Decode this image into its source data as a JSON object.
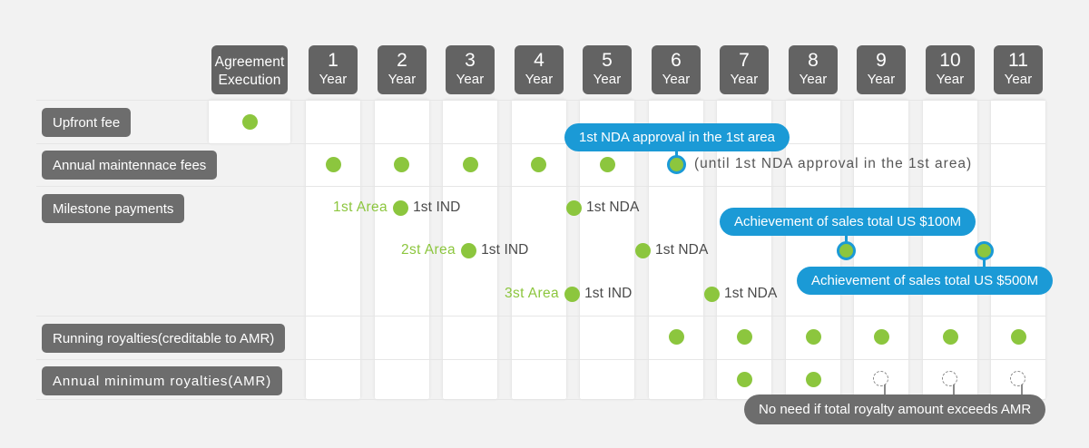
{
  "chart_data": {
    "type": "table",
    "title": "Payment timeline by contract year",
    "columns": [
      {
        "id": "exec",
        "line1": "Agreement",
        "line2": "Execution"
      },
      {
        "id": "y1",
        "num": "1",
        "unit": "Year"
      },
      {
        "id": "y2",
        "num": "2",
        "unit": "Year"
      },
      {
        "id": "y3",
        "num": "3",
        "unit": "Year"
      },
      {
        "id": "y4",
        "num": "4",
        "unit": "Year"
      },
      {
        "id": "y5",
        "num": "5",
        "unit": "Year"
      },
      {
        "id": "y6",
        "num": "6",
        "unit": "Year"
      },
      {
        "id": "y7",
        "num": "7",
        "unit": "Year"
      },
      {
        "id": "y8",
        "num": "8",
        "unit": "Year"
      },
      {
        "id": "y9",
        "num": "9",
        "unit": "Year"
      },
      {
        "id": "y10",
        "num": "10",
        "unit": "Year"
      },
      {
        "id": "y11",
        "num": "11",
        "unit": "Year"
      }
    ],
    "rows": [
      {
        "id": "upfront",
        "label": "Upfront fee",
        "marks": {
          "exec": "solid"
        }
      },
      {
        "id": "maintenance",
        "label": "Annual maintennace fees",
        "marks": {
          "y1": "solid",
          "y2": "solid",
          "y3": "solid",
          "y4": "solid",
          "y5": "solid",
          "y6": "ringed"
        }
      },
      {
        "id": "milestone",
        "label": "Milestone payments",
        "marks": {
          "y2": "solid",
          "y3": "solid",
          "y4": "solid",
          "y5": "solid",
          "y6": "solid",
          "y7": "ringed",
          "y9": "ringed"
        }
      },
      {
        "id": "running",
        "label": "Running royalties(creditable to AMR)",
        "marks": {
          "y6": "solid",
          "y7": "solid",
          "y8": "solid",
          "y9": "solid",
          "y10": "solid",
          "y11": "solid"
        }
      },
      {
        "id": "amr",
        "label": "Annual minimum royalties(AMR)",
        "marks": {
          "y7": "solid",
          "y8": "solid",
          "y9": "dashed",
          "y10": "dashed",
          "y11": "dashed"
        }
      }
    ],
    "annotations": [
      {
        "id": "nda-callout",
        "text": "1st NDA approval in the 1st area",
        "style": "blue",
        "anchor": "y6-maintenance"
      },
      {
        "id": "maintenance-note",
        "text": "(until 1st NDA approval in the 1st area)",
        "style": "plain"
      },
      {
        "id": "sales-100m",
        "text": "Achievement of sales total US $100M",
        "style": "blue",
        "anchor": "y7-milestone"
      },
      {
        "id": "sales-500m",
        "text": "Achievement of sales total US $500M",
        "style": "blue",
        "anchor": "y9-milestone"
      },
      {
        "id": "amr-note",
        "text": "No need if total royalty amount exceeds AMR",
        "style": "gray",
        "anchor": "y9-y11-amr"
      }
    ],
    "milestone_markers": [
      {
        "area": "1st Area",
        "label": "1st IND",
        "column": "y2"
      },
      {
        "area": "",
        "label": "1st NDA",
        "column": "y4"
      },
      {
        "area": "2st Area",
        "label": "1st IND",
        "column": "y3"
      },
      {
        "area": "",
        "label": "1st NDA",
        "column": "y5"
      },
      {
        "area": "3st Area",
        "label": "1st IND",
        "column": "y4"
      },
      {
        "area": "",
        "label": "1st NDA",
        "column": "y6"
      }
    ],
    "colors": {
      "background": "#f2f2f2",
      "cell": "#ffffff",
      "header_chip": "#636363",
      "row_label": "#6d6d6d",
      "dot_green": "#8cc63e",
      "accent_blue": "#1b9ad6",
      "note_gray": "#6d6d6d"
    }
  },
  "header": {
    "exec": {
      "line1": "Agreement",
      "line2": "Execution"
    },
    "years": [
      {
        "num": "1",
        "unit": "Year"
      },
      {
        "num": "2",
        "unit": "Year"
      },
      {
        "num": "3",
        "unit": "Year"
      },
      {
        "num": "4",
        "unit": "Year"
      },
      {
        "num": "5",
        "unit": "Year"
      },
      {
        "num": "6",
        "unit": "Year"
      },
      {
        "num": "7",
        "unit": "Year"
      },
      {
        "num": "8",
        "unit": "Year"
      },
      {
        "num": "9",
        "unit": "Year"
      },
      {
        "num": "10",
        "unit": "Year"
      },
      {
        "num": "11",
        "unit": "Year"
      }
    ]
  },
  "rows": {
    "upfront": "Upfront fee",
    "maintenance": "Annual maintennace fees",
    "milestone": "Milestone payments",
    "running": "Running royalties(creditable to AMR)",
    "amr": "Annual minimum royalties(AMR)"
  },
  "callouts": {
    "nda": "1st NDA approval in the 1st area",
    "maintenance_note": "(until 1st NDA approval in the 1st area)",
    "sales_100m": "Achievement of sales total US $100M",
    "sales_500m": "Achievement of sales total US $500M",
    "amr_note": "No need if total royalty amount exceeds AMR"
  },
  "milestones": {
    "a1_area": "1st Area",
    "a1_ind": "1st IND",
    "a1_nda": "1st NDA",
    "a2_area": "2st Area",
    "a2_ind": "1st IND",
    "a2_nda": "1st NDA",
    "a3_area": "3st Area",
    "a3_ind": "1st IND",
    "a3_nda": "1st NDA"
  }
}
